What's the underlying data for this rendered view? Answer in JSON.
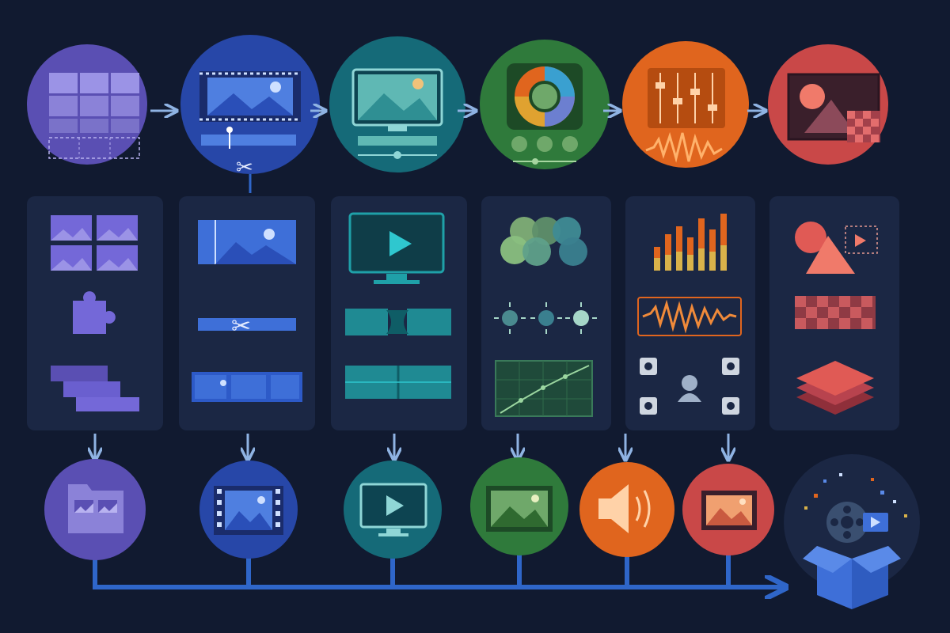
{
  "diagram": {
    "type": "video-editing-workflow",
    "stages": [
      {
        "id": "import",
        "icon": "clip-grid-import-icon",
        "color": "#5a4fb3",
        "panel_icons": [
          "image-thumbnails-icon",
          "puzzle-piece-icon",
          "layered-clips-icon"
        ],
        "output_icon": "media-folder-icon",
        "output_color": "#5a4fb3"
      },
      {
        "id": "edit",
        "icon": "filmstrip-cut-icon",
        "color": "#2747a8",
        "panel_icons": [
          "trim-frame-icon",
          "scissors-cut-icon",
          "clip-timeline-icon"
        ],
        "output_icon": "film-frame-icon",
        "output_color": "#2747a8"
      },
      {
        "id": "preview",
        "icon": "monitor-preview-icon",
        "color": "#156a78",
        "panel_icons": [
          "monitor-play-icon",
          "transition-icon",
          "split-timeline-icon"
        ],
        "output_icon": "monitor-play-icon",
        "output_color": "#156a78"
      },
      {
        "id": "color",
        "icon": "color-wheel-icon",
        "color": "#2f7a3b",
        "panel_icons": [
          "color-circles-icon",
          "brightness-dials-icon",
          "curve-graph-icon"
        ],
        "output_icon": "landscape-image-icon",
        "output_color": "#2f7a3b"
      },
      {
        "id": "audio",
        "icon": "audio-mixer-icon",
        "color": "#e0651e",
        "panel_icons": [
          "level-meter-icon",
          "waveform-icon",
          "speaker-surround-icon"
        ],
        "output_icon": "speaker-icon",
        "output_color": "#e0651e"
      },
      {
        "id": "effects",
        "icon": "effects-frame-icon",
        "color": "#c94848",
        "panel_icons": [
          "shapes-effects-icon",
          "checker-pattern-icon",
          "layers-stack-icon"
        ],
        "output_icon": "image-frame-icon",
        "output_color": "#c94848"
      }
    ],
    "final_output": {
      "icon": "export-package-icon",
      "color": "#1b2744"
    },
    "connector_color": "#2f66c9",
    "arrow_color": "#8fb3e3"
  }
}
